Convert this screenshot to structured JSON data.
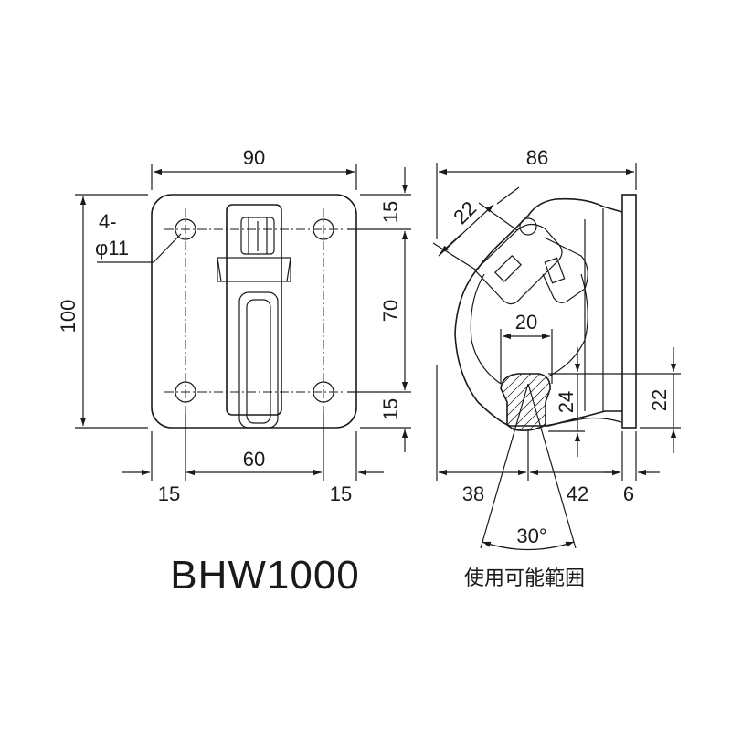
{
  "model": "BHW1000",
  "range_caption": "使用可能範囲",
  "front_view": {
    "width": "90",
    "height": "100",
    "hole_spacing": "60",
    "edge_left": "15",
    "edge_right": "15",
    "hole_vertical_spacing": "70",
    "edge_top": "15",
    "edge_bottom": "15",
    "hole_note_line1": "4-",
    "hole_note_line2": "φ11"
  },
  "side_view": {
    "depth": "86",
    "hook_opening": "22",
    "bar_diameter": "20",
    "bar_height": "24",
    "bar_offset": "22",
    "left_to_center": "38",
    "center_to_plate": "42",
    "plate_thickness": "6",
    "usable_angle": "30°"
  }
}
